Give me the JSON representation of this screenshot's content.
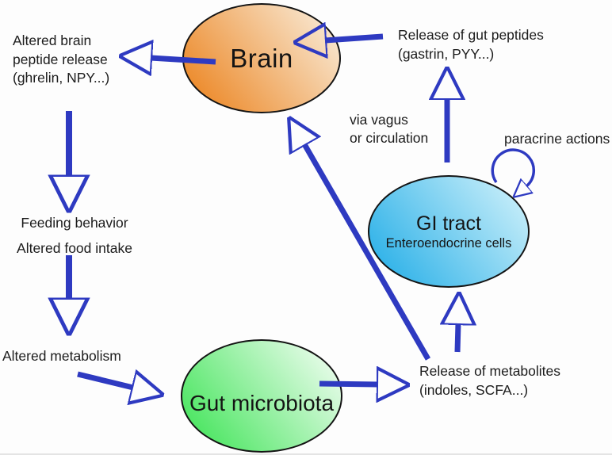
{
  "background": "#fdfdfd",
  "arrow_color": "#2e3ac1",
  "text_color": "#1c1c1c",
  "nodes": {
    "brain": {
      "label": "Brain",
      "gradient_start": "#ec8827",
      "gradient_end": "#f9ecd9"
    },
    "gi": {
      "label": "GI tract",
      "sublabel": "Enteroendocrine cells",
      "gradient_start": "#2cb1e8",
      "gradient_end": "#cdf0fa"
    },
    "gut": {
      "label": "Gut microbiota",
      "gradient_start": "#47e55e",
      "gradient_end": "#f0fdf1"
    }
  },
  "labels": {
    "altered_brain": {
      "line1": "Altered brain",
      "line2": "peptide release",
      "line3": "(ghrelin, NPY...)"
    },
    "gut_peptides": {
      "line1": "Release of gut peptides",
      "line2": "(gastrin, PYY...)"
    },
    "via_vagus": {
      "line1": "via vagus",
      "line2": "or circulation"
    },
    "paracrine": {
      "line1": "paracrine actions"
    },
    "feeding": {
      "line1": "Feeding behavior",
      "line2": "Altered food intake"
    },
    "metabolism": {
      "line1": "Altered metabolism"
    },
    "metabolites": {
      "line1": "Release of metabolites",
      "line2": "(indoles, SCFA...)"
    }
  }
}
